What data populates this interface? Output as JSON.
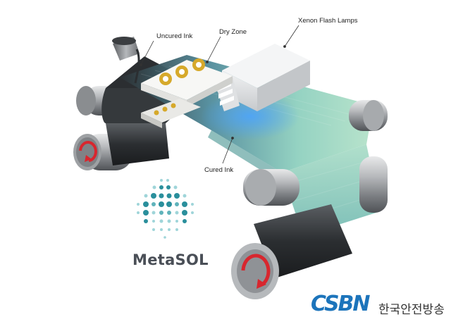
{
  "labels": {
    "uncured_ink": "Uncured Ink",
    "dry_zone": "Dry Zone",
    "xenon_lamps": "Xenon Flash Lamps",
    "cured_ink": "Cured Ink"
  },
  "brand": {
    "name": "MetaSOL"
  },
  "logo": {
    "mark": "CSBN",
    "text": "한국안전방송"
  },
  "colors": {
    "roller": "#9a9da1",
    "film": "#7fc6b9",
    "arrow": "#d8262e",
    "lamp_glow": "#3a8fe8",
    "brand_blue": "#1c74bb",
    "dot_dark": "#2a8f9c",
    "dot_light": "#9fd5d9"
  }
}
